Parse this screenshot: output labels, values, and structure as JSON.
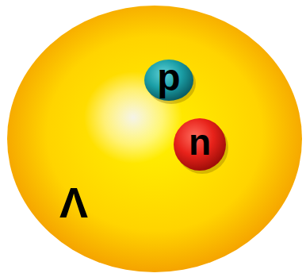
{
  "diagram": {
    "nodes": [
      {
        "text": [
          "Λ"
        ]
      },
      {
        "text": [
          "p"
        ],
        "in": 0
      },
      {
        "text": [
          "n"
        ],
        "in": 0
      }
    ]
  }
}
